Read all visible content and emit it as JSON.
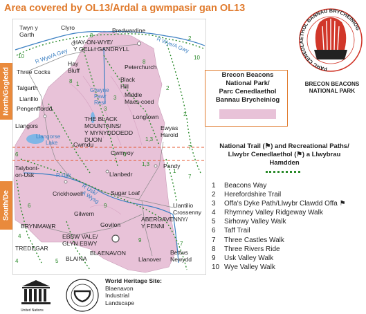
{
  "title": "Area covered by OL13/Ardal a gwmpasir gan OL13",
  "side_labels": {
    "north": "North/Gogledd",
    "south": "South/De"
  },
  "map": {
    "places": [
      {
        "name": "Twyn y",
        "name2": "Garth"
      },
      {
        "name": "Clyro"
      },
      {
        "name": "Bredwardine"
      },
      {
        "name": "HAY-ON-WYE/",
        "name2": "Y GELLI GANDRYLL"
      },
      {
        "name": "Three Cocks"
      },
      {
        "name": "Hay",
        "name2": "Bluff"
      },
      {
        "name": "Peterchurch"
      },
      {
        "name": "Talgarth"
      },
      {
        "name": "Llanfilo"
      },
      {
        "name": "Pengenffordd"
      },
      {
        "name": "Black",
        "name2": "Hill"
      },
      {
        "name": "Middle",
        "name2": "Maes-coed"
      },
      {
        "name": "THE BLACK",
        "name2": "MOUNTAINS/",
        "name3": "Y MYNYDDOEDD",
        "name4": "DUON"
      },
      {
        "name": "Longtown"
      },
      {
        "name": "Llangors"
      },
      {
        "name": "Ewyas",
        "name2": "Harold"
      },
      {
        "name": "Cwmdu"
      },
      {
        "name": "Cwmyoy"
      },
      {
        "name": "Pandy"
      },
      {
        "name": "Talybont-",
        "name2": "on-Usk"
      },
      {
        "name": "Llanbedr"
      },
      {
        "name": "Crickhowell"
      },
      {
        "name": "Sugar Loaf"
      },
      {
        "name": "Llantilio",
        "name2": "Crossenny"
      },
      {
        "name": "Gilwern"
      },
      {
        "name": "BRYNMAWR"
      },
      {
        "name": "Govilon"
      },
      {
        "name": "ABERGAVENNY/",
        "name2": "Y FENNI"
      },
      {
        "name": "EBBW VALE/",
        "name2": "GLYN EBWY"
      },
      {
        "name": "TREDEGAR"
      },
      {
        "name": "BLAINA"
      },
      {
        "name": "BLAENAVON"
      },
      {
        "name": "Llanover"
      },
      {
        "name": "Bettws",
        "name2": "Newydd"
      }
    ],
    "water": {
      "wye_w": "R Wye/A Gwy",
      "wye_e": "R Wye/A Gwy",
      "grwyne": "Grwyne",
      "grwyne2": "Fawr",
      "grwyne3": "Resr",
      "llangorse": "Llangorse",
      "llangorse2": "Lake",
      "usk": "R Usk",
      "usk_w": "R Usk/",
      "usk_w2": "A Wysg"
    },
    "route_numbers": [
      "10",
      "10",
      "8",
      "8",
      "2",
      "1",
      "3",
      "2",
      "1,3",
      "7",
      "1,3",
      "7",
      "6",
      "6",
      "4",
      "5",
      "9",
      "8",
      "3",
      "9",
      "2",
      "1",
      "7",
      "4",
      "3"
    ]
  },
  "legend": {
    "park_title_1": "Brecon Beacons",
    "park_title_2": "National Park/",
    "park_title_3": "Parc Cenedlaethol",
    "park_title_4": "Bannau Brycheiniog",
    "trails_line_1": "National Trail (⚑) and Recreational Paths/",
    "trails_line_2": "Llwybr Cenedlaethol (⚑) a Llwybrau",
    "trails_line_3": "Hamdden",
    "routes": [
      {
        "n": "1",
        "name": "Beacons Way"
      },
      {
        "n": "2",
        "name": "Herefordshire Trail"
      },
      {
        "n": "3",
        "name": "Offa's Dyke Path/Llwybr Clawdd Offa ⚑"
      },
      {
        "n": "4",
        "name": "Rhymney Valley Ridgeway Walk"
      },
      {
        "n": "5",
        "name": "Sirhowy Valley Walk"
      },
      {
        "n": "6",
        "name": "Taff Trail"
      },
      {
        "n": "7",
        "name": "Three Castles Walk"
      },
      {
        "n": "8",
        "name": "Three Rivers Ride"
      },
      {
        "n": "9",
        "name": "Usk Valley Walk"
      },
      {
        "n": "10",
        "name": "Wye Valley Walk"
      }
    ]
  },
  "logo": {
    "ring_text": "PARC CENEDLAETHOL BANNAU BRYCHEINIOG",
    "caption_1": "BRECON BEACONS",
    "caption_2": "NATIONAL PARK"
  },
  "world_heritage": {
    "heading": "World Heritage Site:",
    "line_1": "Blaenavon",
    "line_2": "Industrial",
    "line_3": "Landscape",
    "unesco": "United Nations"
  },
  "colors": {
    "title": "#e07a2c",
    "park": "#e8c2d8",
    "route": "#2a8a2a",
    "water": "#3a7fc2",
    "boundary": "#e4572e"
  }
}
